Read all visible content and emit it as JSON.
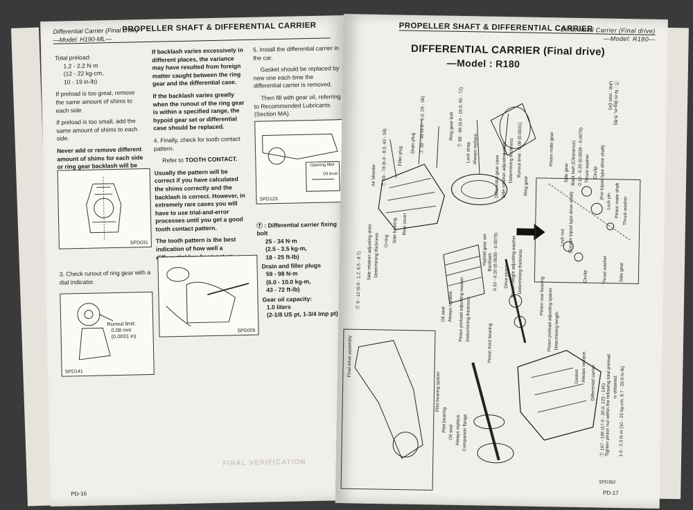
{
  "left_page": {
    "header_section": "Differential Carrier (Final drive)",
    "header_title": "PROPELLER SHAFT & DIFFERENTIAL CARRIER",
    "header_model": "—Model: H190-ML—",
    "col1": {
      "preload_label": "Total preload:",
      "preload_values": [
        "1.2 - 2.2 N·m",
        "(12 - 22 kg-cm,",
        "10 - 19 in-lb)"
      ],
      "para1": "If preload is too great, remove the same amount of shims to each side",
      "para2": "If preload is too small, add the same amount of shims to each side.",
      "para3": "Never add or remove different amount of shims for each side or ring gear backlash will be changed.",
      "fig1_code": "SPD031",
      "step3": "3.  Check runout of ring gear with a dial indicator.",
      "runout_label": "Runout limit:",
      "runout_values": [
        "0.08 mm",
        "(0.0031 in)"
      ],
      "fig2_code": "SPD141"
    },
    "col2": {
      "para1": "If backlash varies excessively in different places, the variance may have resulted from foreign matter caught between the ring gear and the differential case.",
      "para2": "If the backlash varies greatly when the runout of the ring gear is within a specified range, the hypoid gear set or differential case should be replaced.",
      "step4": "4.  Finally, check for tooth contact pattern.",
      "refer_prefix": "Refer to ",
      "refer_bold": "TOOTH CONTACT.",
      "para3": "Usually the pattern will be correct if you have calculated the shims correctly and the backlash is correct. However, in extremely rare cases you will have to use trial-and-error processes until you get a good tooth contact pattern.",
      "para4": "The tooth pattern is the best indication of how well a differential has been set up.",
      "fig3_code": "SPD005"
    },
    "col3": {
      "step5": "5.  Install the differential carrier in the car.",
      "para1": "Gasket should be replaced by new one each time the differential carrier is removed.",
      "para2": "Then fill with gear oil, referring to Recommended Lubricants (Section MA).",
      "fig4_code": "SPD123",
      "fig4_label1": "Opening filler",
      "fig4_label2": "Oil level",
      "spec_heading": "Ⓣ : Differential carrier fixing bolt",
      "spec1": [
        "25 - 34 N·m",
        "(2.5 - 3.5 kg-m,",
        "18 - 25 ft-lb)"
      ],
      "spec2_heading": "Drain and filler plugs",
      "spec2": [
        "59 - 98 N·m",
        "(6.0 - 10.0 kg-m,",
        "43 - 72 ft-lb)"
      ],
      "spec3_heading": "Gear oil capacity:",
      "spec3": [
        "1.0 liters",
        "(2-1/8 US pt, 1-3/4 Imp pt)"
      ]
    },
    "bottom_faded": "FINAL VERIFICATION",
    "page_number": "PD-16"
  },
  "right_page": {
    "header_title": "PROPELLER SHAFT & DIFFERENTIAL CARRIER",
    "header_section": "—Differential Carrier (Final drive)",
    "header_model": "—Model: R180—",
    "title": "DIFFERENTIAL CARRIER (Final drive)",
    "model": "—Model : R180",
    "unit_note": [
      "Ⓣ : N·m (kg-m, ft-lb)",
      "Unit : mm (in)"
    ],
    "labels": [
      "Air bleeder",
      "Ⓣ 59 - 78 (6.0 - 8.0, 43 - 58)",
      "Filler plug",
      "Drain plug",
      "Ⓣ 39 - 49 (4.0 - 5.0, 29 - 36)",
      "Ring gear bolt",
      "Ⓣ 88 - 98 (9.0 - 10.0, 65 - 72)",
      "Lock strap",
      "Always replace.",
      "Differential gear case",
      "Side retainer adjusting shim",
      "Determining thickness",
      "Runout limit : 0.08 (0.0031)",
      "Ring gear",
      "Pinion mate gear",
      "Side gear",
      "Back lash (Clearance)",
      "0.10 - 0.20 (0.0039 - 0.0079)",
      "Thrust washer",
      "Circlip",
      "(For tripod type drive shaft)",
      "Lock pin",
      "Pinion mate shaft",
      "Thrust washer",
      "Rear cover",
      "Side bearing",
      "Hypoid gear set",
      "Backlash",
      "0.10 - 0.20 (0.0039 - 0.0079)",
      "O-ring",
      "Side retainer adjusting shim",
      "Determining thickness",
      "Ⓣ 9 - 12 (0.9 - 1.2, 6.5 - 8.7)",
      "Oil seal",
      "Always replace.",
      "Drive pinion",
      "Pinion height adjusting washer",
      "Determining thickness",
      "Pinion rear bearing",
      "Pinion preload adjusting washer",
      "Determining thickness",
      "Pinion preload adjusting spacer",
      "Determining length",
      "Side gear",
      "Circlip",
      "Thrust washer",
      "Lock nut",
      "(Except tripod type drive shaft)",
      "Pinion front bearing",
      "Gasket",
      "Always replace.",
      "Differential carrier",
      "Pilot bearing spacer",
      "Pilot bearing",
      "Oil seal",
      "Always replace.",
      "Companion flange",
      "Final drive assembly",
      "Ⓣ 167 - 196 (17.0 - 20.0, 123 - 145)",
      "Tighten pinion nut within the following total preload",
      "is obtained:",
      "1.0 - 2.3 N·m (10 - 23 kg-cm, 8.7 - 20.0 in-lb)"
    ],
    "fig_code": "SPD362",
    "page_number": "PD-17"
  }
}
